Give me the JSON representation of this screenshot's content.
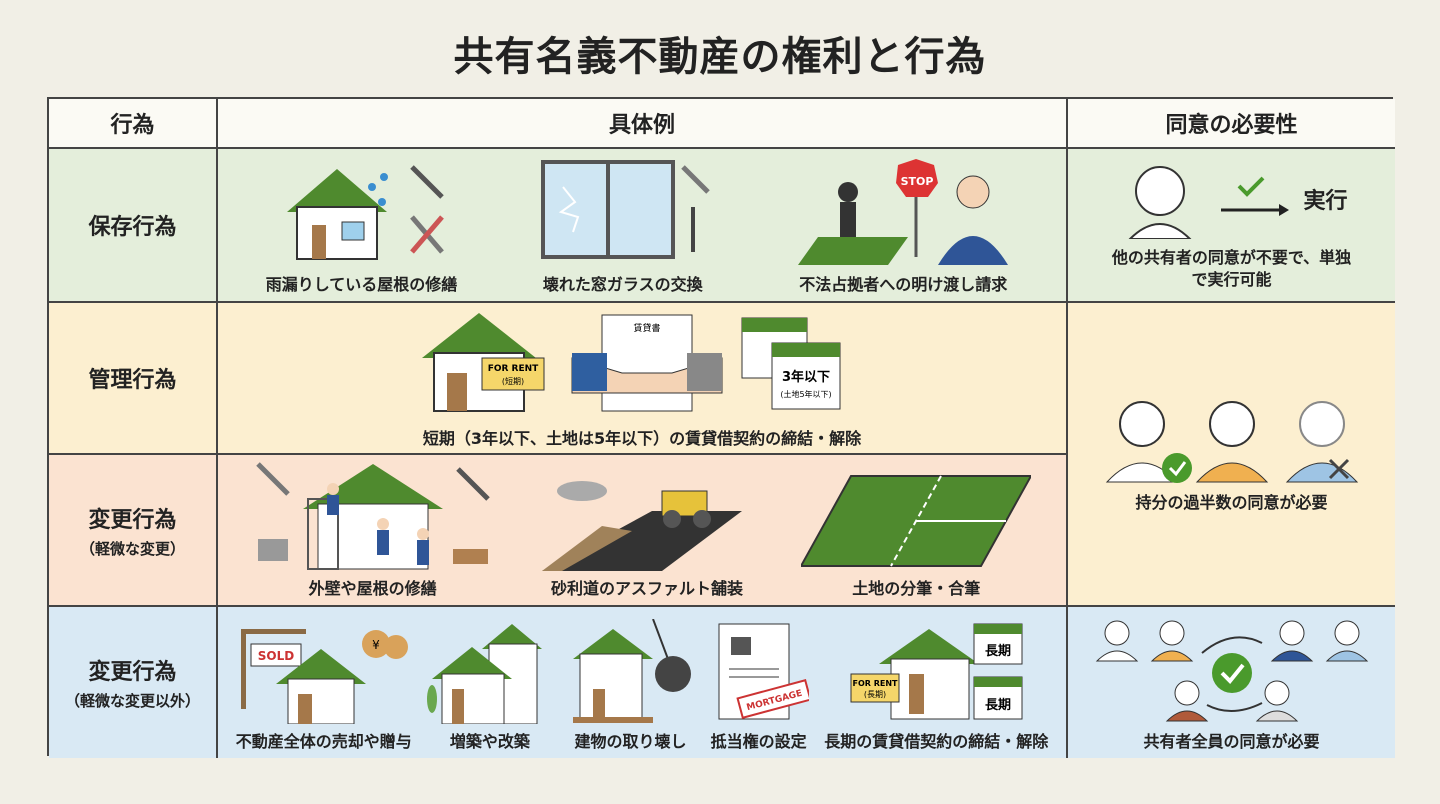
{
  "title": "共有名義不動産の権利と行為",
  "headers": [
    "行為",
    "具体例",
    "同意の必要性"
  ],
  "rows": [
    {
      "act": "保存行為",
      "sub": "",
      "examples": [
        "雨漏りしている屋根の修繕",
        "壊れた窓ガラスの交換",
        "不法占拠者への明け渡し請求"
      ],
      "icon_text": {
        "stop": "STOP"
      },
      "consent": {
        "text": "他の共有者の同意が不要で、単独で実行可能",
        "arrow_label": "実行"
      }
    },
    {
      "act": "管理行為",
      "sub": "",
      "examples": [
        "短期（3年以下、土地は5年以下）の賃貸借契約の締結・解除"
      ],
      "icon_text": {
        "sign": "FOR RENT",
        "sign_sub": "(短期)",
        "doc": "賃貸書",
        "cal": "3年以下",
        "cal_sub": "(土地5年以下)"
      }
    },
    {
      "act": "変更行為",
      "sub": "（軽微な変更）",
      "examples": [
        "外壁や屋根の修繕",
        "砂利道のアスファルト舗装",
        "土地の分筆・合筆"
      ]
    },
    {
      "act": "変更行為",
      "sub": "（軽微な変更以外）",
      "examples": [
        "不動産全体の売却や贈与",
        "増築や改築",
        "建物の取り壊し",
        "抵当権の設定",
        "長期の賃貸借契約の締結・解除"
      ],
      "icon_text": {
        "sold": "SOLD",
        "yen": "¥",
        "mortgage": "MORTGAGE",
        "sign": "FOR RENT",
        "sign_sub": "(長期)",
        "cal": "長期"
      },
      "consent": {
        "text": "共有者全員の同意が必要"
      }
    }
  ],
  "merged_consent": "持分の過半数の同意が必要",
  "colors": {
    "green": "#e4eedb",
    "yellow": "#fcefd0",
    "peach": "#fbe3d1",
    "blue": "#d9e9f4",
    "roof": "#4f8a2e"
  }
}
